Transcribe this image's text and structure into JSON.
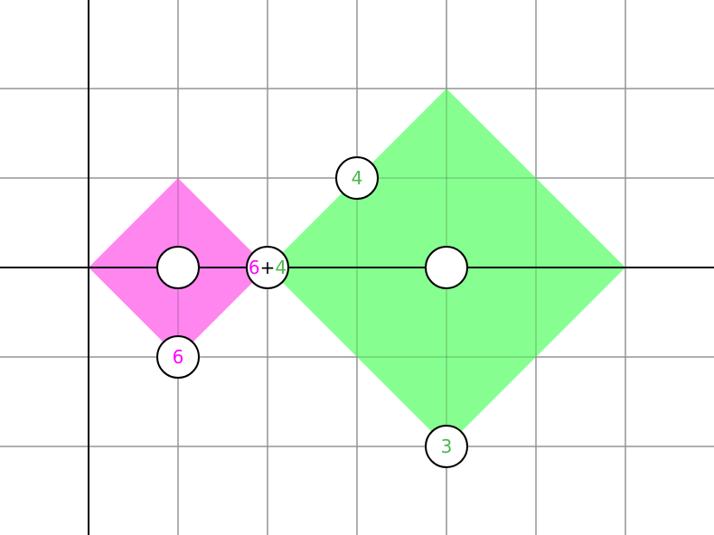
{
  "colors": {
    "background": "#ffffff",
    "grid": "#c8c8c8",
    "axes": "#000000",
    "magenta": "#ff00ff",
    "magenta_fill": "#ff80ee",
    "green": "#4cb84c",
    "green_fill": "#80ff8a",
    "point_stroke": "#000000",
    "point_fill": "#ffffff"
  },
  "shapes": [
    {
      "id": "magenta-square",
      "color": "magenta",
      "center": [
        1,
        0
      ],
      "vertices": [
        [
          0,
          0
        ],
        [
          1,
          1
        ],
        [
          2,
          0
        ],
        [
          1,
          -1
        ]
      ]
    },
    {
      "id": "green-square",
      "color": "green",
      "center": [
        4,
        0
      ],
      "vertices": [
        [
          2,
          0
        ],
        [
          4,
          2
        ],
        [
          6,
          0
        ],
        [
          4,
          -2
        ]
      ]
    }
  ],
  "points": [
    {
      "id": "magenta-center",
      "pos": [
        1,
        0
      ],
      "parts": []
    },
    {
      "id": "magenta-edge",
      "pos": [
        1,
        -1
      ],
      "parts": [
        {
          "text": "6",
          "color": "magenta"
        }
      ]
    },
    {
      "id": "shared-vertex",
      "pos": [
        2,
        0
      ],
      "parts": [
        {
          "text": "6",
          "color": "magenta"
        },
        {
          "text": "+",
          "color": "axes"
        },
        {
          "text": "4",
          "color": "green"
        }
      ]
    },
    {
      "id": "green-upper",
      "pos": [
        3,
        1
      ],
      "parts": [
        {
          "text": "4",
          "color": "green"
        }
      ]
    },
    {
      "id": "green-center",
      "pos": [
        4,
        0
      ],
      "parts": []
    },
    {
      "id": "green-lower",
      "pos": [
        4,
        -2
      ],
      "parts": [
        {
          "text": "3",
          "color": "green"
        }
      ]
    }
  ],
  "grid": {
    "x_range": [
      -1,
      7
    ],
    "y_range": [
      -3,
      3
    ],
    "step": 1
  }
}
